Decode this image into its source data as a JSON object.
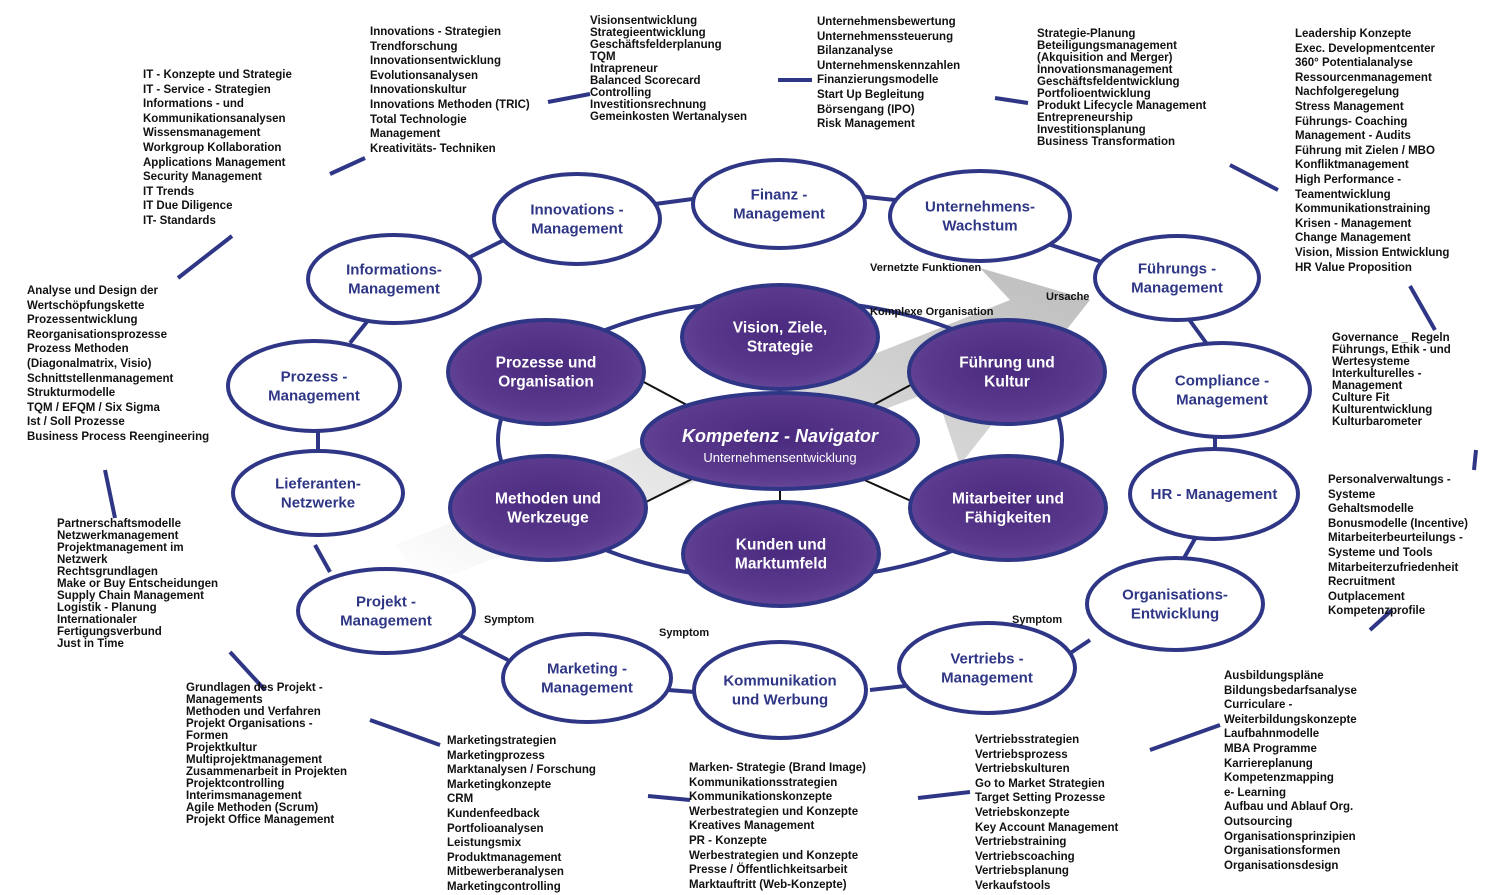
{
  "colors": {
    "outer_stroke": "#2e3685",
    "outer_text": "#2e3685",
    "inner_fill": "#5b3a8e",
    "inner_fill_dark": "#4a2a7e",
    "inner_stroke": "#2e3685",
    "arrow": "#c8c8c8",
    "connector_dark": "#111111"
  },
  "center": {
    "title": "Kompetenz - Navigator",
    "subtitle": "Unternehmensentwicklung"
  },
  "inner_nodes": [
    {
      "id": "vision",
      "lines": [
        "Vision, Ziele,",
        "Strategie"
      ]
    },
    {
      "id": "fuehrung-kultur",
      "lines": [
        "Führung und",
        "Kultur"
      ]
    },
    {
      "id": "mitarbeiter",
      "lines": [
        "Mitarbeiter und",
        "Fähigkeiten"
      ]
    },
    {
      "id": "kunden",
      "lines": [
        "Kunden und",
        "Marktumfeld"
      ]
    },
    {
      "id": "methoden",
      "lines": [
        "Methoden und",
        "Werkzeuge"
      ]
    },
    {
      "id": "prozesse",
      "lines": [
        "Prozesse und",
        "Organisation"
      ]
    }
  ],
  "outer_nodes": [
    {
      "id": "finanz",
      "lines": [
        "Finanz -",
        "Management"
      ]
    },
    {
      "id": "wachstum",
      "lines": [
        "Unternehmens-",
        "Wachstum"
      ]
    },
    {
      "id": "fuehrungs",
      "lines": [
        "Führungs -",
        "Management"
      ]
    },
    {
      "id": "compliance",
      "lines": [
        "Compliance -",
        "Management"
      ]
    },
    {
      "id": "hr",
      "lines": [
        "HR - Management"
      ]
    },
    {
      "id": "orgentw",
      "lines": [
        "Organisations-",
        "Entwicklung"
      ]
    },
    {
      "id": "vertrieb",
      "lines": [
        "Vertriebs -",
        "Management"
      ]
    },
    {
      "id": "kommunikation",
      "lines": [
        "Kommunikation",
        "und Werbung"
      ]
    },
    {
      "id": "marketing",
      "lines": [
        "Marketing -",
        "Management"
      ]
    },
    {
      "id": "projekt",
      "lines": [
        "Projekt -",
        "Management"
      ]
    },
    {
      "id": "lieferanten",
      "lines": [
        "Lieferanten-",
        "Netzwerke"
      ]
    },
    {
      "id": "prozess",
      "lines": [
        "Prozess -",
        "Management"
      ]
    },
    {
      "id": "information",
      "lines": [
        "Informations-",
        "Management"
      ]
    },
    {
      "id": "innovation",
      "lines": [
        "Innovations -",
        "Management"
      ]
    }
  ],
  "annotations": {
    "vernetzte": "Vernetzte Funktionen",
    "komplexe": "Komplexe Organisation",
    "ursache": "Ursache",
    "symptom_left": "Symptom",
    "symptom_mid": "Symptom",
    "symptom_right": "Symptom"
  },
  "text_blocks": {
    "innovation": [
      "Innovations - Strategien",
      "Trendforschung",
      "Innovationsentwicklung",
      "Evolutionsanalysen",
      "Innovationskultur",
      "Innovations Methoden (TRIC)",
      "Total Technologie",
      "Management",
      "Kreativitäts- Techniken"
    ],
    "vision": [
      "Visionsentwicklung",
      "Strategieentwicklung",
      "Geschäftsfelderplanung",
      "TQM",
      "Intrapreneur",
      "Balanced Scorecard",
      "Controlling",
      "Investitionsrechnung",
      "Gemeinkosten Wertanalysen"
    ],
    "finanz": [
      "Unternehmensbewertung",
      "Unternehmenssteuerung",
      "Bilanzanalyse",
      "Unternehmenskennzahlen",
      "Finanzierungsmodelle",
      "Start Up Begleitung",
      "Börsengang (IPO)",
      "Risk Management"
    ],
    "wachstum": [
      "Strategie-Planung",
      "Beteiligungsmanagement",
      "(Akquisition and Merger)",
      "Innovationsmanagement",
      "Geschäftsfeldentwicklung",
      "Portfolioentwicklung",
      "Produkt Lifecycle Management",
      "Entrepreneurship",
      "Investitionsplanung",
      "Business Transformation"
    ],
    "fuehrung": [
      "Leadership Konzepte",
      "Exec. Developmentcenter",
      "360° Potentialanalyse",
      "Ressourcenmanagement",
      "Nachfolgeregelung",
      "Stress Management",
      "Führungs- Coaching",
      "Management - Audits",
      "Führung mit Zielen / MBO",
      "Konfliktmanagement",
      "High Performance -",
      "Teamentwicklung",
      "Kommunikationstraining",
      "Krisen - Management",
      "Change Management",
      "Vision, Mission Entwicklung",
      "HR Value Proposition"
    ],
    "it": [
      "IT - Konzepte und Strategie",
      "IT - Service - Strategien",
      "Informations - und",
      "Kommunikationsanalysen",
      "Wissensmanagement",
      "Workgroup Kollaboration",
      "Applications Management",
      "Security Management",
      "IT Trends",
      "IT Due Diligence",
      "IT- Standards"
    ],
    "prozess": [
      "Analyse und Design der",
      "Wertschöpfungskette",
      "Prozessentwicklung",
      "Reorganisationsprozesse",
      "Prozess Methoden",
      "(Diagonalmatrix, Visio)",
      "Schnittstellenmanagement",
      "Strukturmodelle",
      "TQM / EFQM / Six Sigma",
      "Ist / Soll Prozesse",
      "Business Process Reengineering"
    ],
    "compliance": [
      "Governance _ Regeln",
      "Führungs, Ethik - und",
      "Wertesysteme",
      "Interkulturelles -",
      "Management",
      "Culture Fit",
      "Kulturentwicklung",
      "Kulturbarometer"
    ],
    "hr": [
      "Personalverwaltungs -",
      "Systeme",
      "Gehaltsmodelle",
      "Bonusmodelle (Incentive)",
      "Mitarbeiterbeurteilungs -",
      "Systeme und Tools",
      "Mitarbeiterzufriedenheit",
      "Recruitment",
      "Outplacement",
      "Kompetenzprofile"
    ],
    "lieferanten": [
      "Partnerschaftsmodelle",
      "Netzwerkmanagement",
      "Projektmanagement im",
      "Netzwerk",
      "Rechtsgrundlagen",
      "Make or Buy Entscheidungen",
      "Supply Chain Management",
      "Logistik - Planung",
      "Internationaler",
      "Fertigungsverbund",
      "Just in Time"
    ],
    "projekt": [
      "Grundlagen des Projekt -",
      "Managements",
      "Methoden und Verfahren",
      "Projekt Organisations -",
      "Formen",
      "Projektkultur",
      "Multiprojektmanagement",
      "Zusammenarbeit in Projekten",
      "Projektcontrolling",
      "Interimsmanagement",
      "Agile Methoden (Scrum)",
      "Projekt Office Management"
    ],
    "marketing": [
      "Marketingstrategien",
      "Marketingprozess",
      "Marktanalysen / Forschung",
      "Marketingkonzepte",
      "CRM",
      "Kundenfeedback",
      "Portfolioanalysen",
      "Leistungsmix",
      "Produktmanagement",
      "Mitbewerberanalysen",
      "Marketingcontrolling"
    ],
    "kommunikation": [
      "Marken- Strategie (Brand Image)",
      "Kommunikationsstrategien",
      "Kommunikationskonzepte",
      "Werbestrategien und Konzepte",
      "Kreatives Management",
      "PR - Konzepte",
      "Werbestrategien und Konzepte",
      "Presse / Öffentlichkeitsarbeit",
      "Marktauftritt (Web-Konzepte)"
    ],
    "vertrieb": [
      "Vertriebsstrategien",
      "Vertriebsprozess",
      "Vertriebskulturen",
      "Go to Market Strategien",
      "Target Setting Prozesse",
      "Vetriebskonzepte",
      "Key Account Management",
      "Vertriebstraining",
      "Vertriebscoaching",
      "Vertriebsplanung",
      "Verkaufstools"
    ],
    "orgentw": [
      "Ausbildungspläne",
      "Bildungsbedarfsanalyse",
      "Curriculare -",
      "Weiterbildungskonzepte",
      "Laufbahnmodelle",
      "MBA Programme",
      "Karriereplanung",
      "Kompetenzmapping",
      "e- Learning",
      "Aufbau und Ablauf Org.",
      "Outsourcing",
      "Organisationsprinzipien",
      "Organisationsformen",
      "Organisationsdesign"
    ]
  }
}
